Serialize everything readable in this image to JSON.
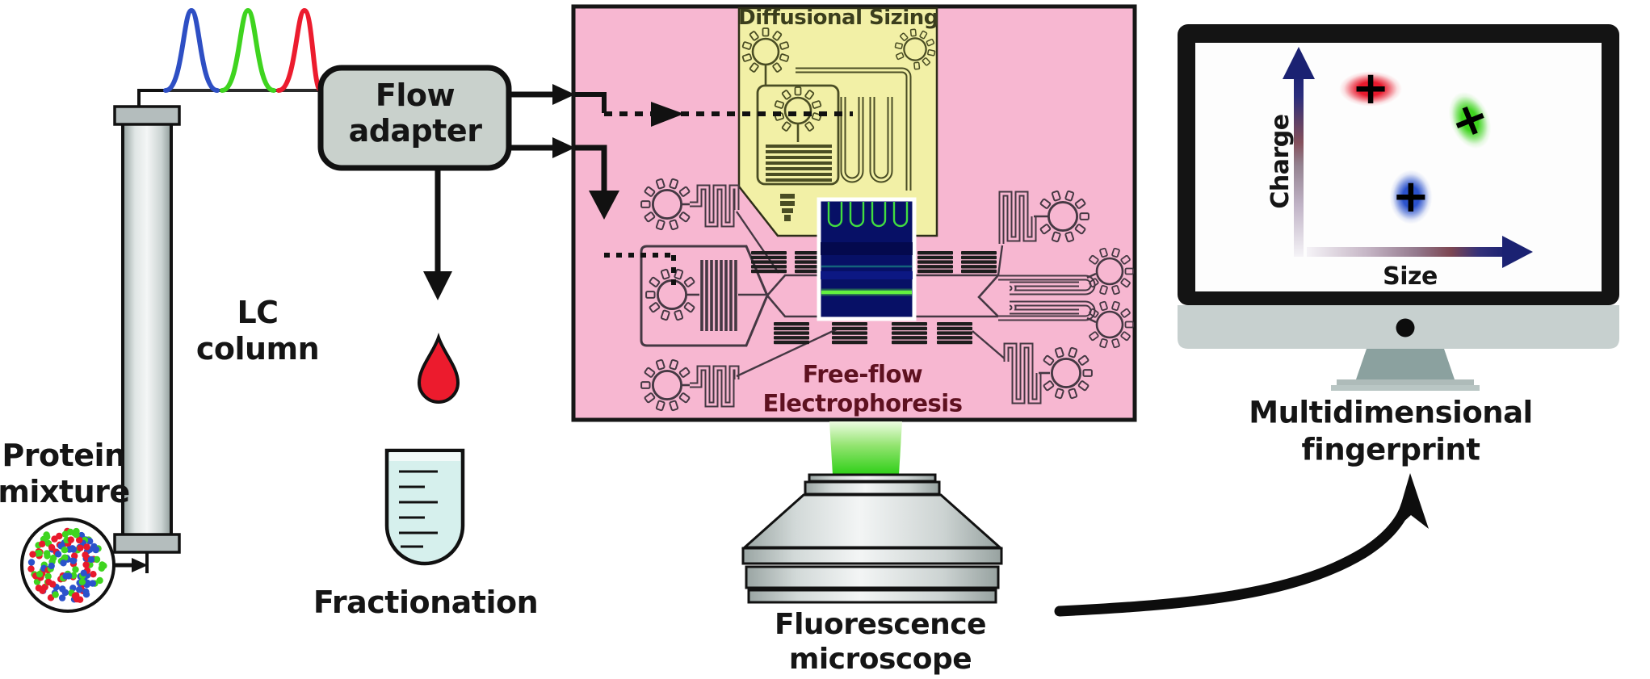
{
  "labels": {
    "protein_mixture": {
      "line1": "Protein",
      "line2": "mixture"
    },
    "lc_column": {
      "line1": "LC",
      "line2": "column"
    },
    "flow_adapter": {
      "line1": "Flow",
      "line2": "adapter"
    },
    "fractionation": "Fractionation",
    "diffusional_sizing": "Diffusional Sizing",
    "free_flow_electrophoresis": {
      "line1": "Free-flow",
      "line2": "Electrophoresis"
    },
    "fluorescence_microscope": {
      "line1": "Fluorescence",
      "line2": "microscope"
    },
    "multidimensional_fingerprint": {
      "line1": "Multidimensional",
      "line2": "fingerprint"
    }
  },
  "monitor_plot": {
    "type": "scatter",
    "xlabel": "Size",
    "ylabel": "Charge",
    "axis_color": "#1c2472",
    "points": [
      {
        "name": "red-protein-cluster",
        "marker": "+",
        "color": "#e8192c",
        "x": 0.34,
        "y": 0.89,
        "shape": "wide-ellipse"
      },
      {
        "name": "green-protein-cluster",
        "marker": "+",
        "color": "#3fd41f",
        "x": 0.81,
        "y": 0.72,
        "shape": "tilted-ellipse"
      },
      {
        "name": "blue-protein-cluster",
        "marker": "+",
        "color": "#2b52cc",
        "x": 0.53,
        "y": 0.3,
        "shape": "ellipse"
      }
    ]
  },
  "chromatogram_peaks": [
    {
      "name": "blue-peak",
      "color": "#2e4fc4"
    },
    {
      "name": "green-peak",
      "color": "#3fd41f"
    },
    {
      "name": "red-peak",
      "color": "#ec1c2e"
    }
  ],
  "protein_dot_colors": [
    "#e8192c",
    "#3fd41f",
    "#2b52cc"
  ],
  "colors": {
    "pink_panel": "#f7b7d1",
    "yellow_panel": "#f2f0a6",
    "yellow_chip_line": "#4a4d24",
    "pink_chip_line": "#453843",
    "electrode_black": "#1d1d1d",
    "droplet_red": "#ec1b2d",
    "tube_cyan": "#d6f0ed",
    "adapter_gray": "#c9d1cc",
    "beam_green": "#2ecf17",
    "monitor_bezel": "#141414",
    "monitor_chin": "#c7d0cf",
    "maroon_text": "#5e1120",
    "olive_text": "#3b3e1d",
    "inset_navy": "#071066",
    "inset_green": "#45e83f"
  }
}
